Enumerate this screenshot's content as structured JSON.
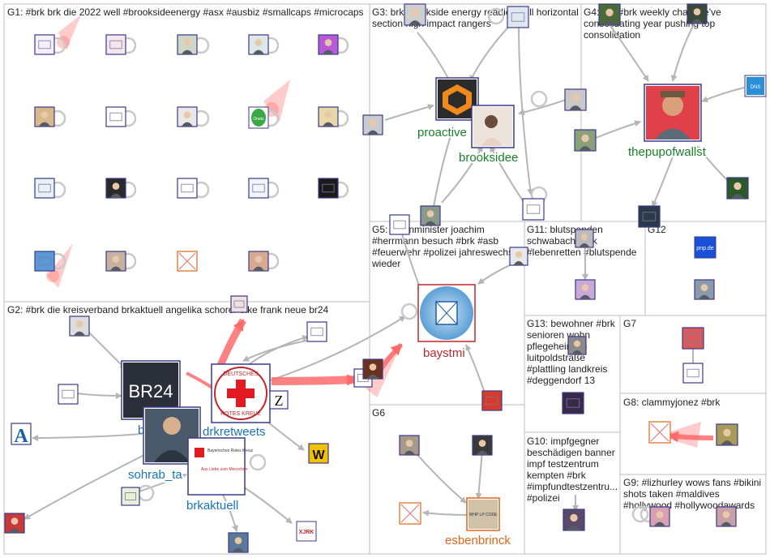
{
  "colors": {
    "group_border": "#bdbdbd",
    "edge": "#b5b5b5",
    "edge_strong": "#ff6b6b",
    "label_green": "#1a7f2a",
    "label_blue": "#1a73b8",
    "label_orange": "#e0661a",
    "label_red": "#c0282d",
    "node_border": "#3a3a8a"
  },
  "groups": [
    {
      "id": "G1",
      "label": "G1: #brk brk die 2022 well #brooksideenergy #asx #ausbiz #smallcaps #microcaps",
      "lines": [
        "G1: #brk brk die 2022 well #brooksideenergy #asx #ausbiz #smallcaps #microcaps"
      ]
    },
    {
      "id": "G2",
      "label": "G2: #brk die kreisverband brkaktuell angelika schorer elke frank neue br24",
      "lines": [
        "G2: #brk die kreisverband brkaktuell angelika schorer elke frank neue br24"
      ]
    },
    {
      "id": "G3",
      "lines": [
        "G3: brk brookside energy readies drill horizontal",
        "section high impact rangers"
      ]
    },
    {
      "id": "G4",
      "lines": [
        "G4: brk #brk weekly chart we've",
        "consolidating year pushing top",
        "consolidation"
      ]
    },
    {
      "id": "G5",
      "lines": [
        "G5: innenminister joachim",
        "#herrmann besuch #brk #asb",
        "#feuerwehr #polizei jahreswechsel",
        "wieder"
      ]
    },
    {
      "id": "G6",
      "lines": [
        "G6"
      ]
    },
    {
      "id": "G7",
      "lines": [
        "G7"
      ]
    },
    {
      "id": "G8",
      "lines": [
        "G8: clammyjonez #brk"
      ]
    },
    {
      "id": "G9",
      "lines": [
        "G9: #lizhurley wows fans #bikini",
        "shots taken #maldives",
        "#hollywood #hollywoodawards"
      ]
    },
    {
      "id": "G10",
      "lines": [
        "G10: impfgegner",
        "beschädigen banner",
        "impf testzentrum",
        "kempten #brk",
        "#impfundtestzentru...",
        "#polizei"
      ]
    },
    {
      "id": "G11",
      "lines": [
        "G11: blutspenden",
        "schwabach #brk",
        "#lebenretten #blutspende"
      ]
    },
    {
      "id": "G12",
      "lines": [
        "G12"
      ]
    },
    {
      "id": "G13",
      "lines": [
        "G13: bewohner #brk",
        "senioren wohn",
        "pflegeheim",
        "luitpoldstraße",
        "#plattling landkreis",
        "#deggendorf 13"
      ]
    }
  ],
  "node_labels": {
    "proactive": "proactive",
    "brooksidee": "brooksidee",
    "thepupofwallst": "thepupofwallst",
    "baystmi": "baystmi",
    "drkretweets": "drkretweets",
    "br24_partial": "b",
    "sohrab": "sohrab_ta",
    "brkaktuell": "brkaktuell",
    "esbenbrinck": "esbenbrinck"
  },
  "logos": {
    "br24": "BR24",
    "drk_top": "DEUTSCHES",
    "drk_bottom": "ROTES KREUZ",
    "z": "Z",
    "w": "W",
    "a": "A",
    "pnp": "pnp.de",
    "brk_logo": "Bayerisches Rotes Kreuz",
    "brk_slogan": "Aus Liebe zum Menschen",
    "onetz": "Onetz",
    "xjrk": "XJRK",
    "dns": "DNS",
    "esben_card": "WHP LP CODE"
  },
  "icons": {
    "avatar": "avatar-icon",
    "broken_image": "broken-image-icon",
    "self_loop": "self-loop-icon"
  }
}
